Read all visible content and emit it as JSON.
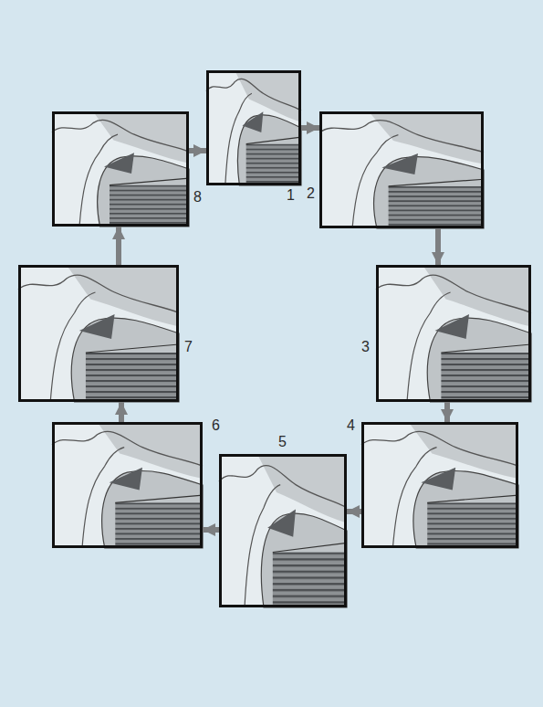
{
  "diagram": {
    "nodes": [
      {
        "text": [
          "1"
        ]
      },
      {
        "text": [
          "2"
        ]
      },
      {
        "text": [
          "3"
        ]
      },
      {
        "text": [
          "4"
        ]
      },
      {
        "text": [
          "5"
        ]
      },
      {
        "text": [
          "6"
        ]
      },
      {
        "text": [
          "7"
        ]
      },
      {
        "text": [
          "8"
        ]
      }
    ],
    "edges": [
      {
        "from": 0,
        "to": 1,
        "arrow": "to"
      },
      {
        "from": 1,
        "to": 2,
        "arrow": "to"
      },
      {
        "from": 2,
        "to": 3,
        "arrow": "to"
      },
      {
        "from": 3,
        "to": 4,
        "arrow": "to"
      },
      {
        "from": 4,
        "to": 5,
        "arrow": "to"
      },
      {
        "from": 5,
        "to": 6,
        "arrow": "to"
      },
      {
        "from": 6,
        "to": 7,
        "arrow": "to"
      },
      {
        "from": 7,
        "to": 0,
        "arrow": "to"
      }
    ]
  }
}
